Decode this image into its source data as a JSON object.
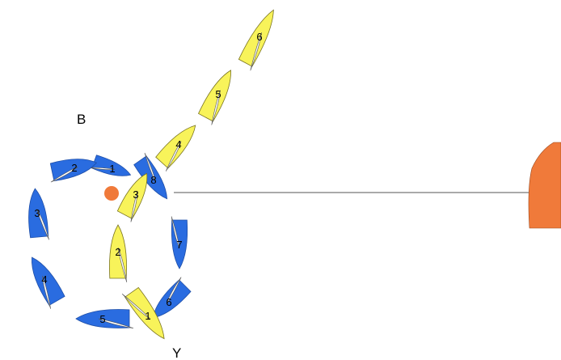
{
  "diagram": {
    "fleet_b_label": "B",
    "fleet_y_label": "Y",
    "colors": {
      "blue_fill": "#2a6ce0",
      "blue_stroke": "#1f4fa8",
      "yellow_fill": "#f8f35a",
      "yellow_stroke": "#7a7420",
      "sail_fill": "#ffffff",
      "sail_stroke": "#555555",
      "mark_fill": "#f07a3a",
      "committee_boat_fill": "#f07a3a",
      "line_color": "#555555"
    },
    "blue_boats": [
      {
        "number": "1"
      },
      {
        "number": "2"
      },
      {
        "number": "3"
      },
      {
        "number": "4"
      },
      {
        "number": "5"
      },
      {
        "number": "6"
      },
      {
        "number": "7"
      },
      {
        "number": "8"
      }
    ],
    "yellow_boats": [
      {
        "number": "1"
      },
      {
        "number": "2"
      },
      {
        "number": "3"
      },
      {
        "number": "4"
      },
      {
        "number": "5"
      },
      {
        "number": "6"
      }
    ],
    "items": {
      "mark": "orange-mark-buoy",
      "committee_boat": "committee-boat",
      "start_line": "start-line"
    }
  }
}
